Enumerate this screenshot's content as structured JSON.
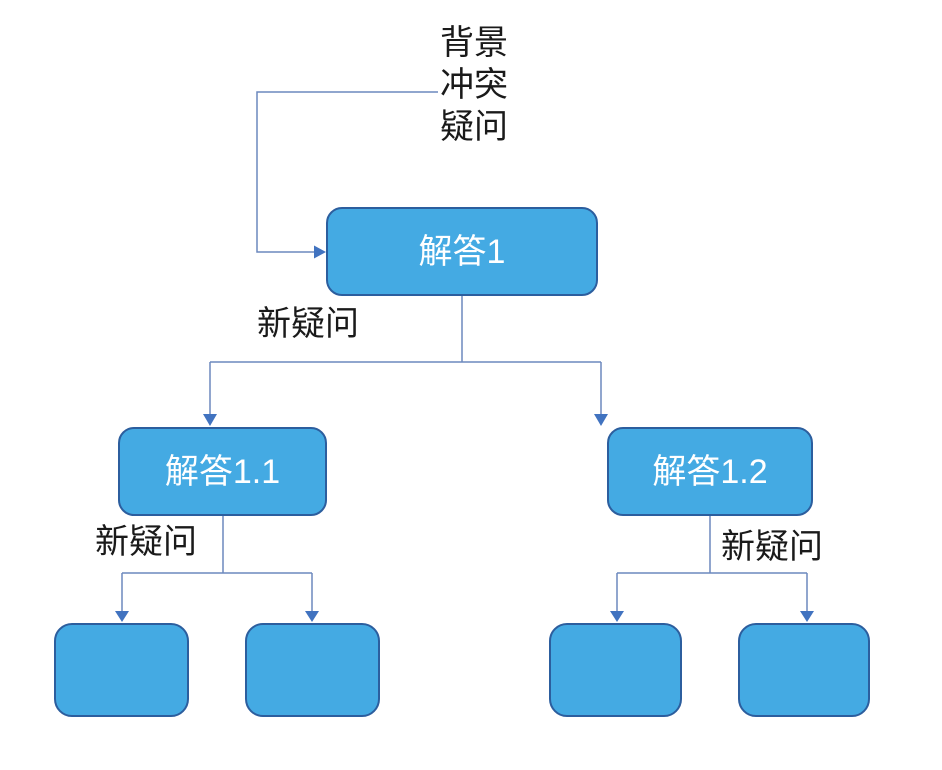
{
  "colors": {
    "background": "#ffffff",
    "node_fill": "#44AAE3",
    "node_border": "#2C5E9E",
    "node_text": "#ffffff",
    "connector_line": "#6C88BE",
    "arrowhead": "#4173C0",
    "label_text": "#1a1a1a"
  },
  "source_note": {
    "lines": [
      "背景",
      "冲突",
      "疑问"
    ]
  },
  "edge_labels": {
    "root": "新疑问",
    "left": "新疑问",
    "right": "新疑问"
  },
  "nodes": {
    "answer1": {
      "label": "解答1"
    },
    "answer1_1": {
      "label": "解答1.1"
    },
    "answer1_2": {
      "label": "解答1.2"
    },
    "leaf_1": {
      "label": ""
    },
    "leaf_2": {
      "label": ""
    },
    "leaf_3": {
      "label": ""
    },
    "leaf_4": {
      "label": ""
    }
  }
}
